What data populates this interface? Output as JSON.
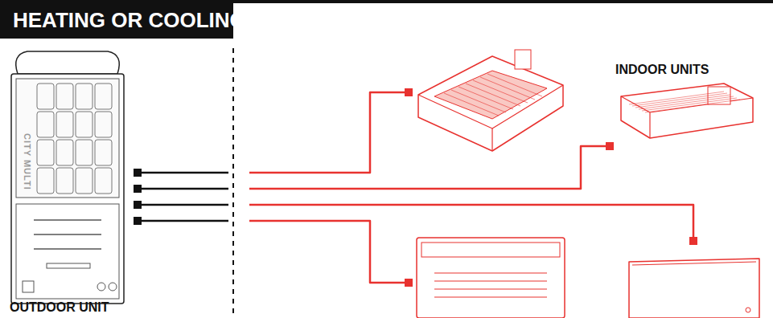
{
  "diagram": {
    "title": "HEATING OR COOLING",
    "labels": [
      "INDOOR UNITS",
      "OUTDOOR UNIT",
      "CITY MULTI"
    ]
  }
}
